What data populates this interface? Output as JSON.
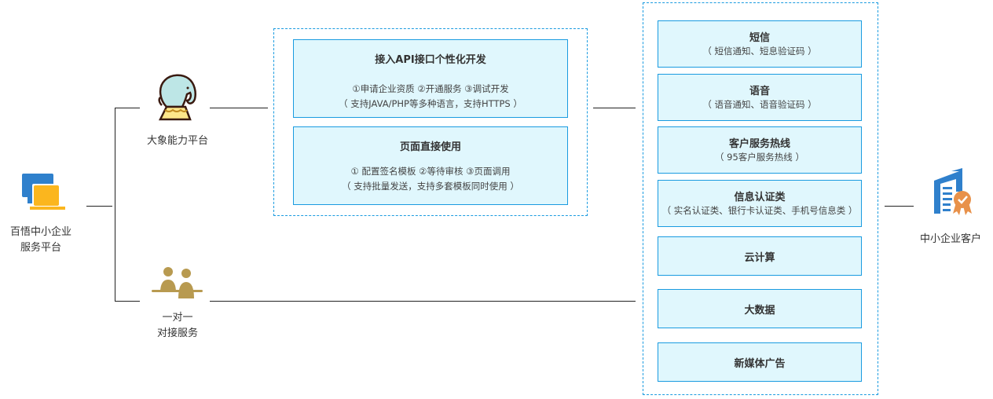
{
  "source": {
    "label_line1": "百悟中小企业",
    "label_line2": "服务平台"
  },
  "elephant": {
    "label": "大象能力平台"
  },
  "one_on_one": {
    "label_line1": "一对一",
    "label_line2": "对接服务"
  },
  "customer": {
    "label": "中小企业客户"
  },
  "access_methods": [
    {
      "title": "接入API接口个性化开发",
      "line1": "①申请企业资质 ②开通服务 ③调试开发",
      "line2": "（ 支持JAVA/PHP等多种语言，支持HTTPS ）"
    },
    {
      "title": "页面直接使用",
      "line1": "① 配置签名模板 ②等待审核 ③页面调用",
      "line2": "（ 支持批量发送，支持多套模板同时使用 ）"
    }
  ],
  "services": [
    {
      "title": "短信",
      "sub": "（ 短信通知、短息验证码 ）"
    },
    {
      "title": "语音",
      "sub": "（ 语音通知、语音验证码 ）"
    },
    {
      "title": "客户服务热线",
      "sub": "（ 95客户服务热线 ）"
    },
    {
      "title": "信息认证类",
      "sub": "（ 实名认证类、银行卡认证类、手机号信息类 ）"
    },
    {
      "title": "云计算"
    },
    {
      "title": "大数据"
    },
    {
      "title": "新媒体广告"
    }
  ],
  "colors": {
    "accent": "#1a9be0",
    "box_fill": "#e0f7fd",
    "people": "#b89a50",
    "orange": "#e8914a",
    "blue": "#2f80cc",
    "yellow": "#fbb61e"
  }
}
